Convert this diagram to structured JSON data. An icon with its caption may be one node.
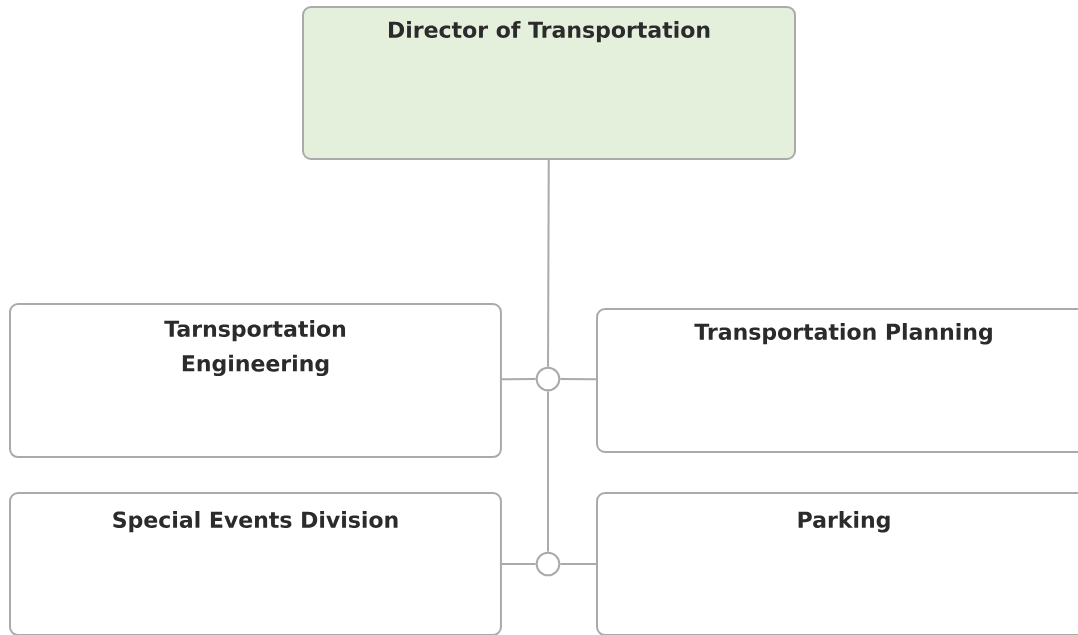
{
  "diagram": {
    "nodes": [
      {
        "text": [
          "Director of Transportation"
        ]
      },
      {
        "text": [
          "Tarnsportation Engineering"
        ]
      },
      {
        "text": [],
        "shape": "circle"
      },
      {
        "text": [
          "Transportation Planning"
        ]
      },
      {
        "text": [
          "Special Events Division"
        ]
      },
      {
        "text": [],
        "shape": "circle"
      },
      {
        "text": [
          "Parking"
        ]
      }
    ],
    "edges": [
      {
        "from": 0,
        "to": 2,
        "arrow": "none"
      },
      {
        "from": 2,
        "to": 5,
        "arrow": "none"
      },
      {
        "from": 1,
        "to": 2,
        "arrow": "none"
      },
      {
        "from": 2,
        "to": 3,
        "arrow": "none"
      },
      {
        "from": 4,
        "to": 5,
        "arrow": "none"
      },
      {
        "from": 5,
        "to": 6,
        "arrow": "none"
      }
    ]
  }
}
